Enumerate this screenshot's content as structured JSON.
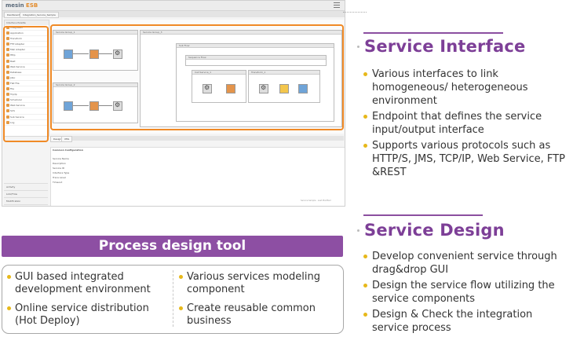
{
  "app": {
    "logo_main": "mesin",
    "logo_accent": "ESB",
    "tabs": [
      "Dashboard",
      "Integration_Service_Sample"
    ],
    "palette_header": "Interface Palette",
    "palette_items": [
      "Integrated",
      "Application",
      "Transform",
      "FTP Adapter",
      "Mail Adapter",
      "Http",
      "Rest",
      "Web Service",
      "Database",
      "Jdbc",
      "Flat File",
      "File",
      "Tcp/Ip",
      "Scheduler",
      "Web Service",
      "SCS",
      "Sub Service",
      "Log"
    ],
    "palette_bottom_items": [
      "Activity",
      "Link/Flow",
      "Modification"
    ],
    "groups": [
      "Service Group_1",
      "Service Group_2",
      "Service Group_3",
      "Sub Flow",
      "Sequence Flow",
      "Call Service_1",
      "Transform_1"
    ],
    "bottom_tabs": [
      "Design",
      "XML"
    ],
    "config_title": "Common Configuration",
    "config_rows": [
      "Service Name",
      "Description",
      "Service ID",
      "Interface Type",
      "Trace Level",
      "Timeout"
    ],
    "status_text": "Service Sample · Last Modified"
  },
  "service_interface": {
    "title": "Service Interface",
    "bullets": [
      "Various interfaces to link homogeneous/ heterogeneous environment",
      "Endpoint that defines the service input/output interface",
      "Supports various protocols such as HTTP/S, JMS, TCP/IP, Web Service, FTP &REST"
    ]
  },
  "service_design": {
    "title": "Service Design",
    "bullets": [
      "Develop convenient service through drag&drop GUI",
      "Design the service flow utilizing the service components",
      "Design & Check the integration service process"
    ]
  },
  "process_design_tool": {
    "title": "Process design tool",
    "left_bullets": [
      "GUI based integrated development environment",
      "Online service distribution (Hot Deploy)"
    ],
    "right_bullets": [
      "Various services modeling component",
      "Create reusable common business"
    ]
  },
  "colors": {
    "brand_purple": "#8d4fa3",
    "highlight_orange": "#f08a26",
    "bullet_yellow": "#e7b81a"
  }
}
